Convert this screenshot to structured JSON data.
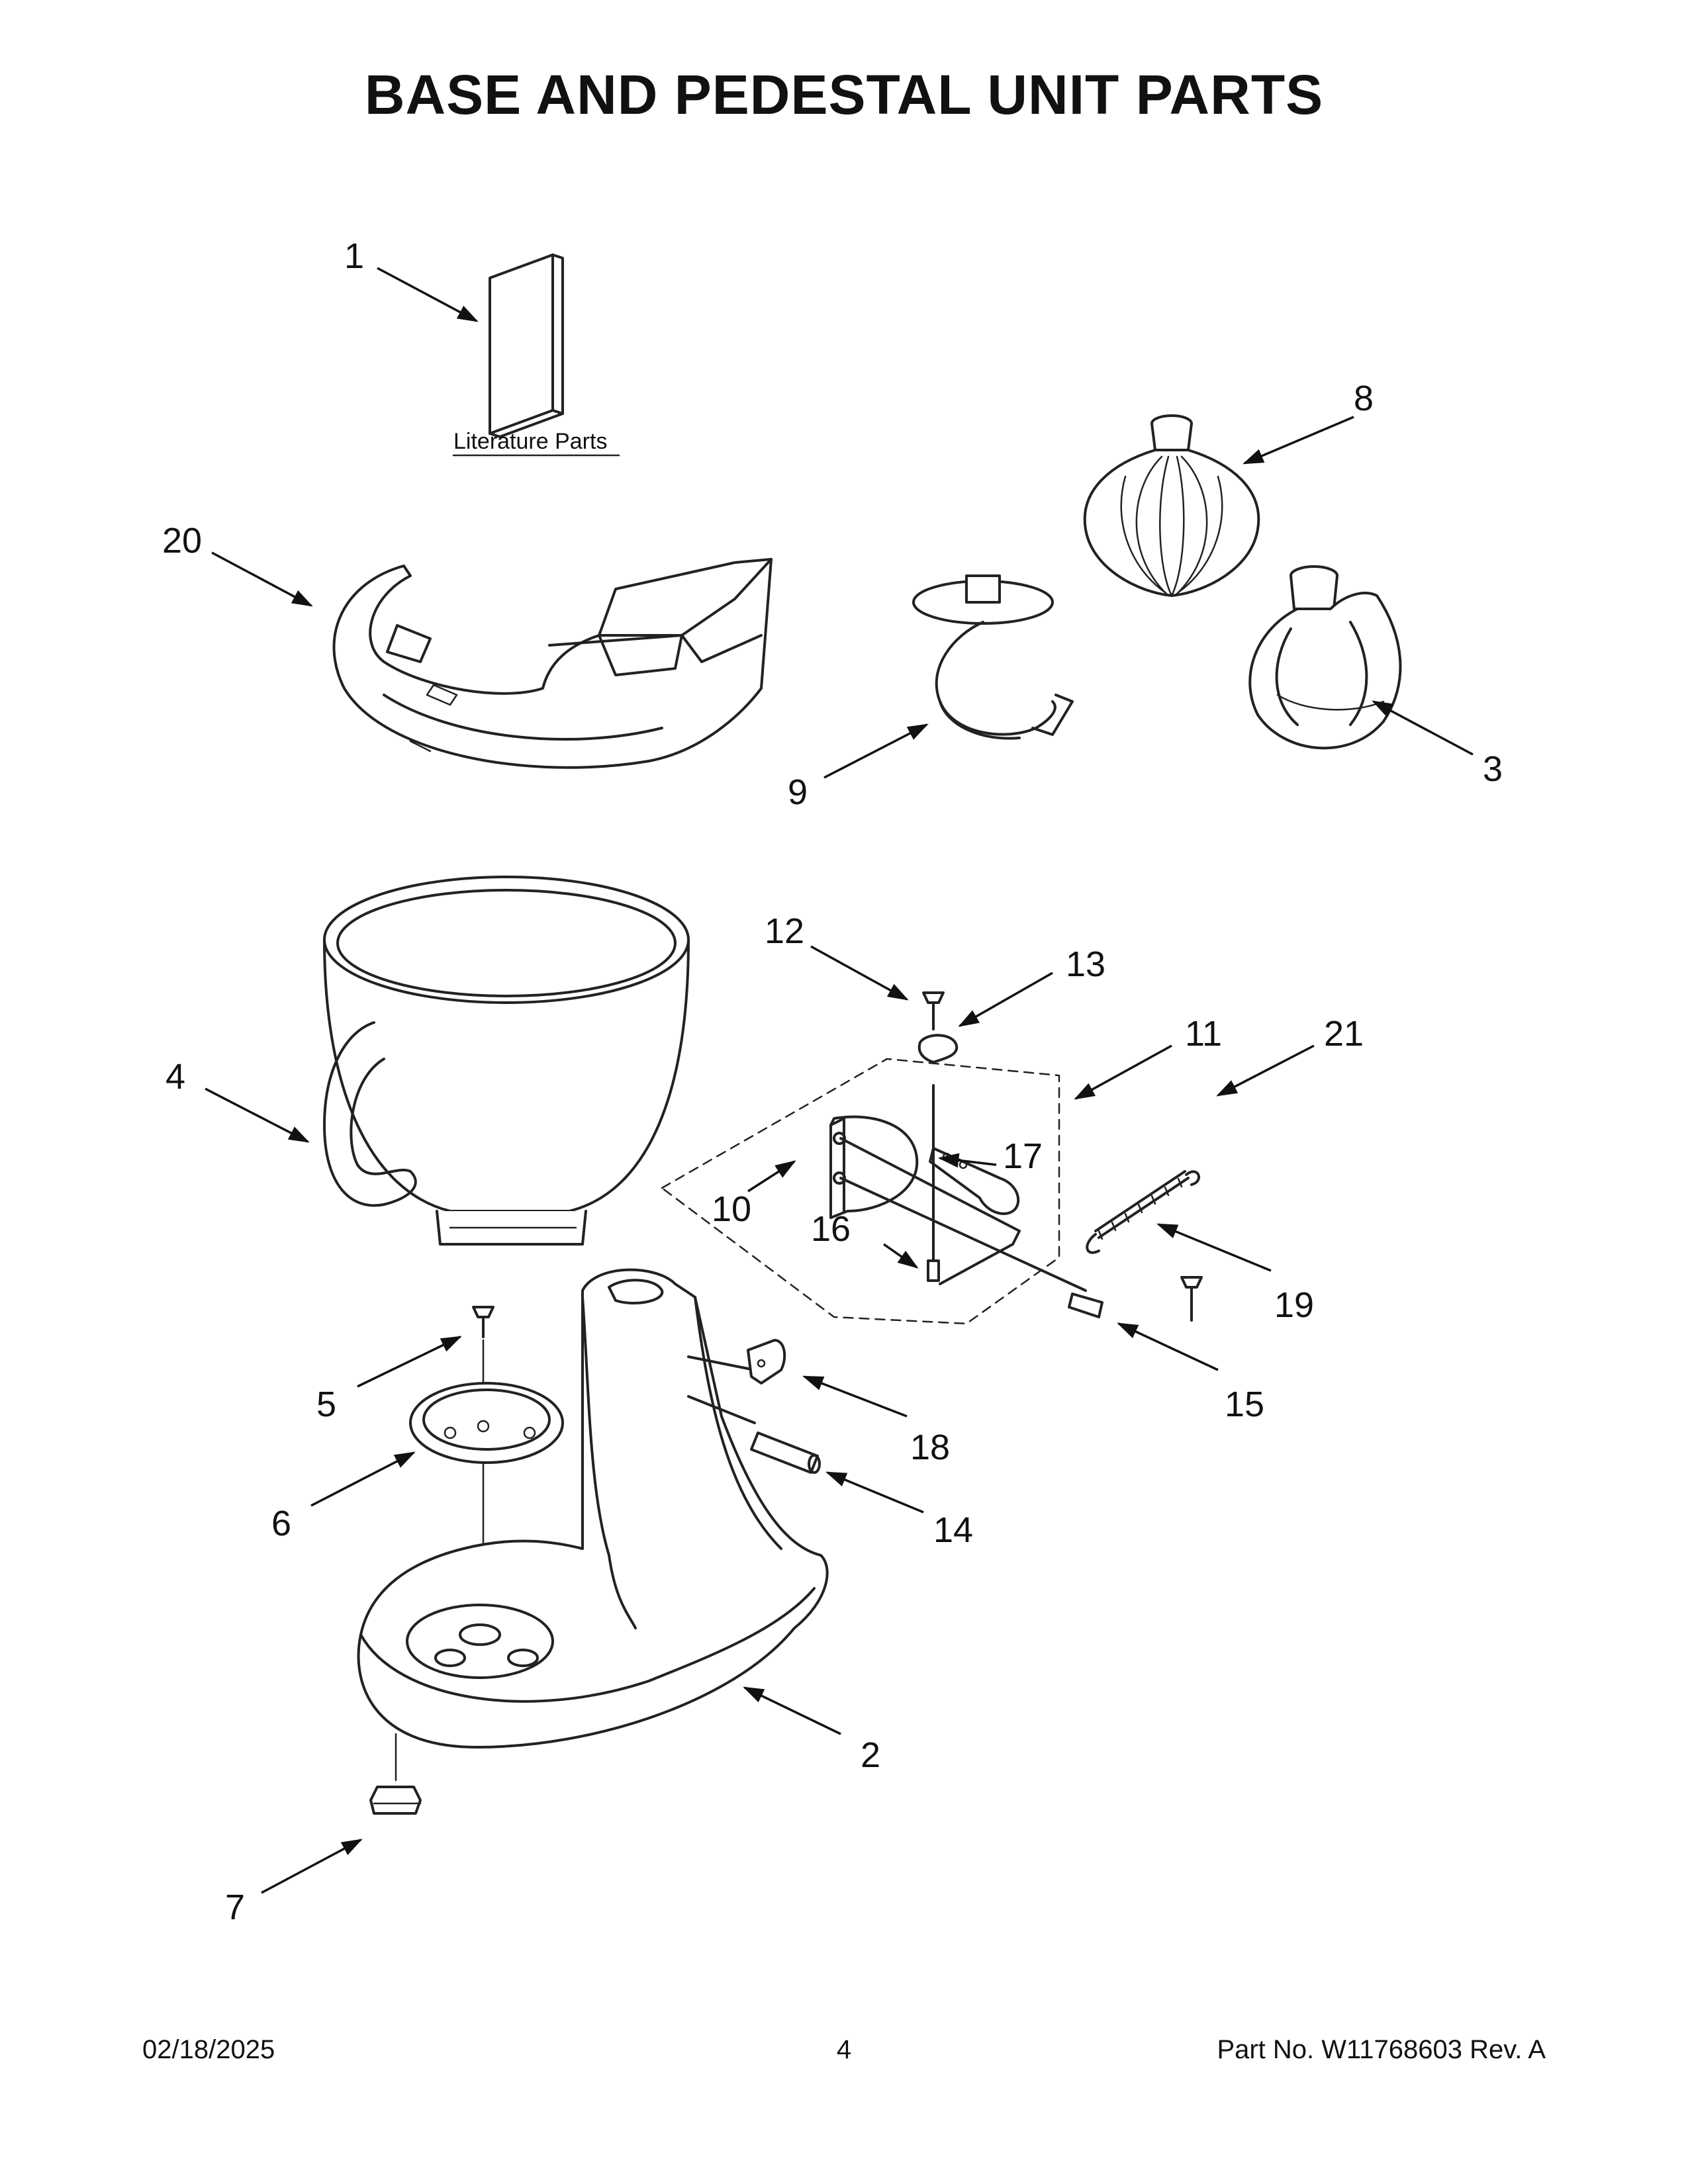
{
  "title": "BASE AND PEDESTAL UNIT PARTS",
  "literature_label": "Literature Parts",
  "callouts": [
    "1",
    "2",
    "3",
    "4",
    "5",
    "6",
    "7",
    "8",
    "9",
    "10",
    "11",
    "12",
    "13",
    "14",
    "15",
    "16",
    "17",
    "18",
    "19",
    "20",
    "21"
  ],
  "footer": {
    "date": "02/18/2025",
    "page": "4",
    "part": "Part No.  W11768603  Rev.  A"
  }
}
